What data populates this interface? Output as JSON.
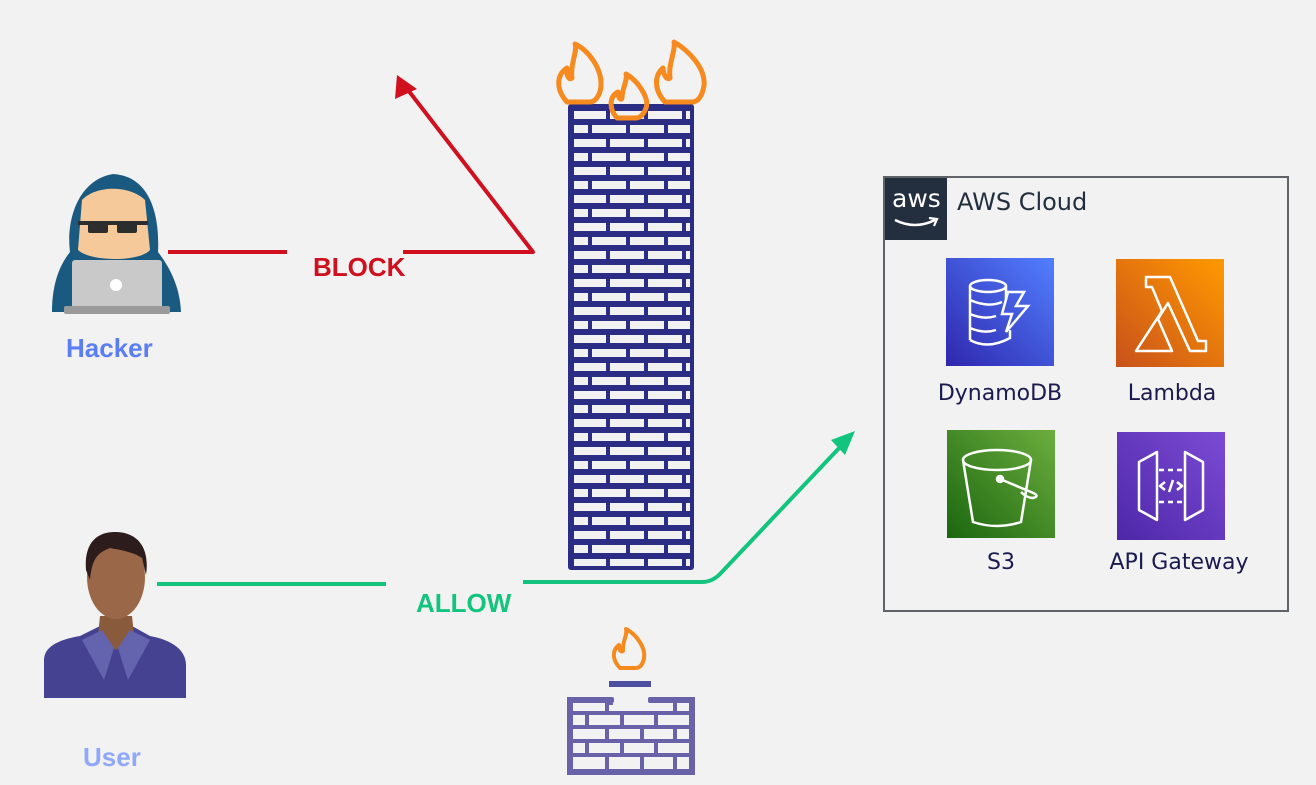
{
  "actors": {
    "hacker": {
      "label": "Hacker",
      "color": "#5b7ef5"
    },
    "user": {
      "label": "User",
      "color": "#8fa8f8"
    }
  },
  "flows": {
    "block": {
      "label": "BLOCK",
      "color": "#d0101f"
    },
    "allow": {
      "label": "ALLOW",
      "color": "#12c47e"
    }
  },
  "firewall": {
    "brick_color": "#2b2d85",
    "flame_color": "#f68a1e",
    "small_brick_color": "#6a62a8"
  },
  "aws": {
    "title": "AWS Cloud",
    "logo_text": "aws",
    "services": [
      {
        "label": "DynamoDB",
        "icon": "dynamodb-icon",
        "color_from": "#2e27ad",
        "color_to": "#527fff"
      },
      {
        "label": "Lambda",
        "icon": "lambda-icon",
        "color_from": "#c8511b",
        "color_to": "#ff9900"
      },
      {
        "label": "S3",
        "icon": "s3-bucket-icon",
        "color_from": "#1b660f",
        "color_to": "#6cae3e"
      },
      {
        "label": "API Gateway",
        "icon": "api-gateway-icon",
        "color_from": "#4d27a8",
        "color_to": "#a166ff"
      }
    ]
  }
}
